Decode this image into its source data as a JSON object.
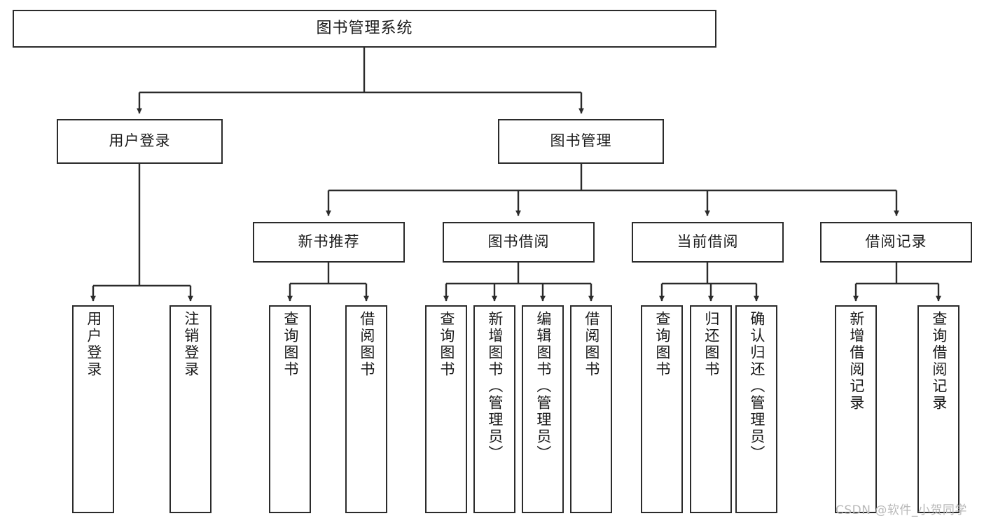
{
  "diagram": {
    "title": "图书管理系统",
    "type": "tree-hierarchy-chart",
    "stroke_color": "#2b2b2b",
    "background_color": "#ffffff",
    "text_color": "#1a1a1a",
    "watermark": "CSDN @软件_小贺同学",
    "watermark_color": "#b9b9b9"
  },
  "nodes": {
    "root": {
      "label": "图书管理系统"
    },
    "level2": [
      {
        "id": "user-login",
        "label": "用户登录"
      },
      {
        "id": "book-management",
        "label": "图书管理"
      }
    ],
    "level3": [
      {
        "id": "new-book-recommend",
        "label": "新书推荐"
      },
      {
        "id": "book-borrow",
        "label": "图书借阅"
      },
      {
        "id": "current-borrow",
        "label": "当前借阅"
      },
      {
        "id": "borrow-record",
        "label": "借阅记录"
      }
    ],
    "leaves": {
      "user-login": [
        {
          "id": "leaf-user-login",
          "label": "用户登录"
        },
        {
          "id": "leaf-user-logout",
          "label": "注销登录"
        }
      ],
      "new-book-recommend": [
        {
          "id": "leaf-query-book-1",
          "label": "查询图书"
        },
        {
          "id": "leaf-borrow-book-1",
          "label": "借阅图书"
        }
      ],
      "book-borrow": [
        {
          "id": "leaf-query-book-2",
          "label": "查询图书"
        },
        {
          "id": "leaf-add-book",
          "label": "新增图书（管理员）"
        },
        {
          "id": "leaf-edit-book",
          "label": "编辑图书（管理员）"
        },
        {
          "id": "leaf-borrow-book-2",
          "label": "借阅图书"
        }
      ],
      "current-borrow": [
        {
          "id": "leaf-query-book-3",
          "label": "查询图书"
        },
        {
          "id": "leaf-return-book",
          "label": "归还图书"
        },
        {
          "id": "leaf-confirm-return",
          "label": "确认归还（管理员）"
        }
      ],
      "borrow-record": [
        {
          "id": "leaf-add-record",
          "label": "新增借阅记录"
        },
        {
          "id": "leaf-query-record",
          "label": "查询借阅记录"
        }
      ]
    }
  }
}
